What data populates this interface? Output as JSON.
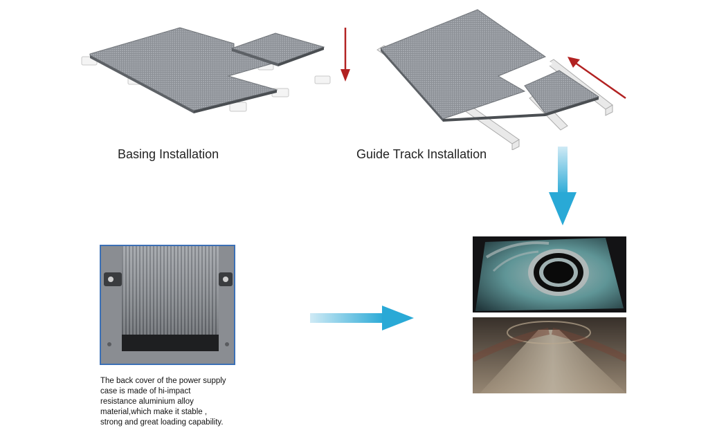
{
  "captions": {
    "basing": "Basing Installation",
    "guide_track": "Guide Track Installation"
  },
  "note_lines": [
    "The back cover of the power supply",
    "case is made of hi-impact",
    "resistance aluminium alloy",
    "material,which make it stable ,",
    "strong and great loading capability."
  ],
  "colors": {
    "arrow_red": "#b22222",
    "arrow_blue": "#29a9d6",
    "panel_blue_border": "#3b6fb5",
    "led_panel_gray": "#8c9096"
  },
  "icons": {
    "basing": "led-floor-panels-on-pedestals",
    "guide_track": "led-floor-panels-on-rails",
    "down_arrow_red": "down-arrow-icon",
    "diagonal_arrow_red": "diagonal-arrow-icon",
    "down_arrow_blue": "down-arrow-icon",
    "right_arrow_blue": "right-arrow-icon"
  }
}
